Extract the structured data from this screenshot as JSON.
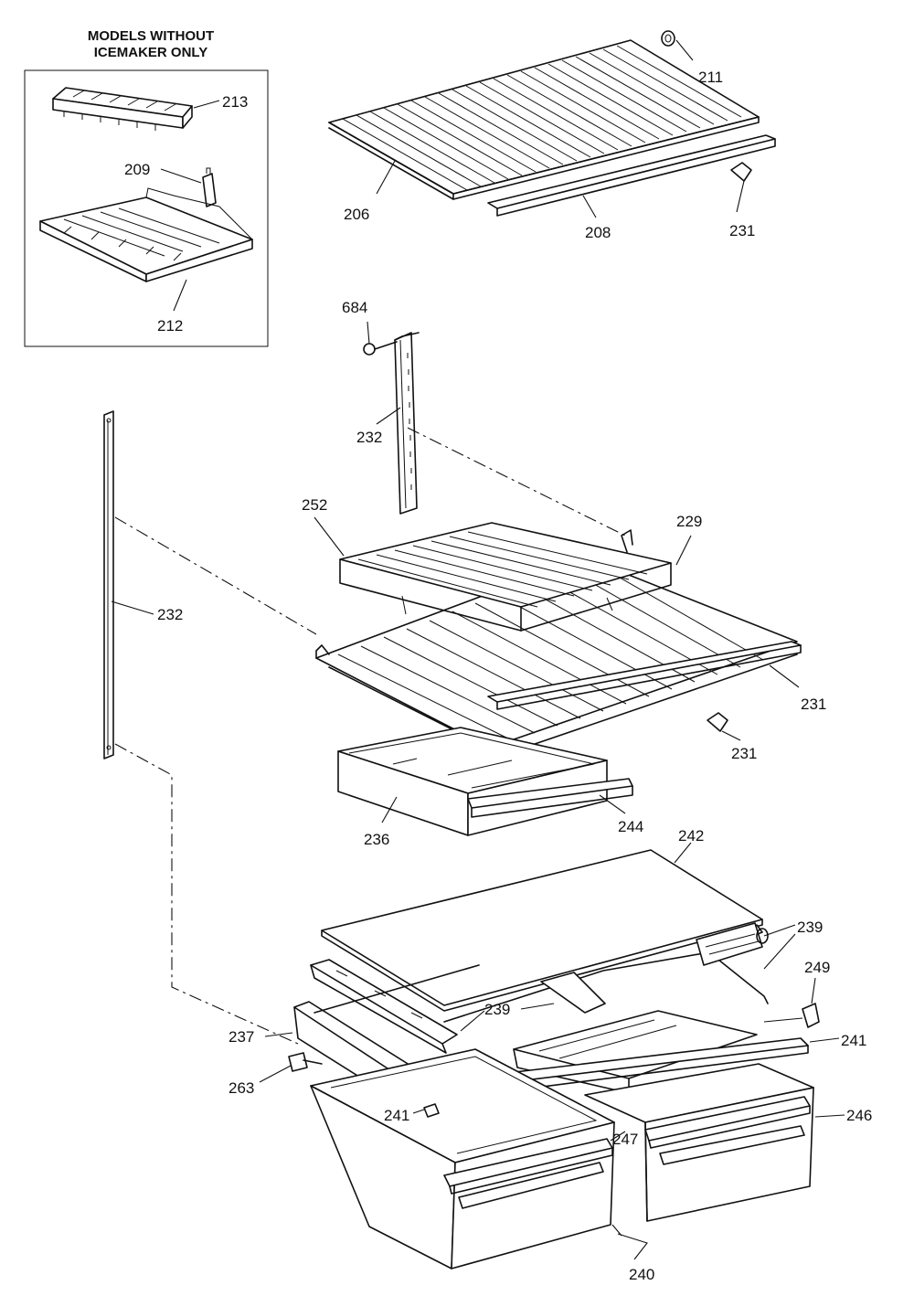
{
  "inset": {
    "title_line1": "MODELS WITHOUT",
    "title_line2": "ICEMAKER ONLY"
  },
  "parts": {
    "p211": "211",
    "p213": "213",
    "p209": "209",
    "p212": "212",
    "p206": "206",
    "p208": "208",
    "p231_top": "231",
    "p684": "684",
    "p232_upper": "232",
    "p232_left": "232",
    "p252": "252",
    "p229": "229",
    "p231_right": "231",
    "p231_mid": "231",
    "p236": "236",
    "p244": "244",
    "p242": "242",
    "p239_right": "239",
    "p249": "249",
    "p239_mid": "239",
    "p237": "237",
    "p241_right": "241",
    "p263": "263",
    "p241_left": "241",
    "p246": "246",
    "p247": "247",
    "p240": "240"
  }
}
